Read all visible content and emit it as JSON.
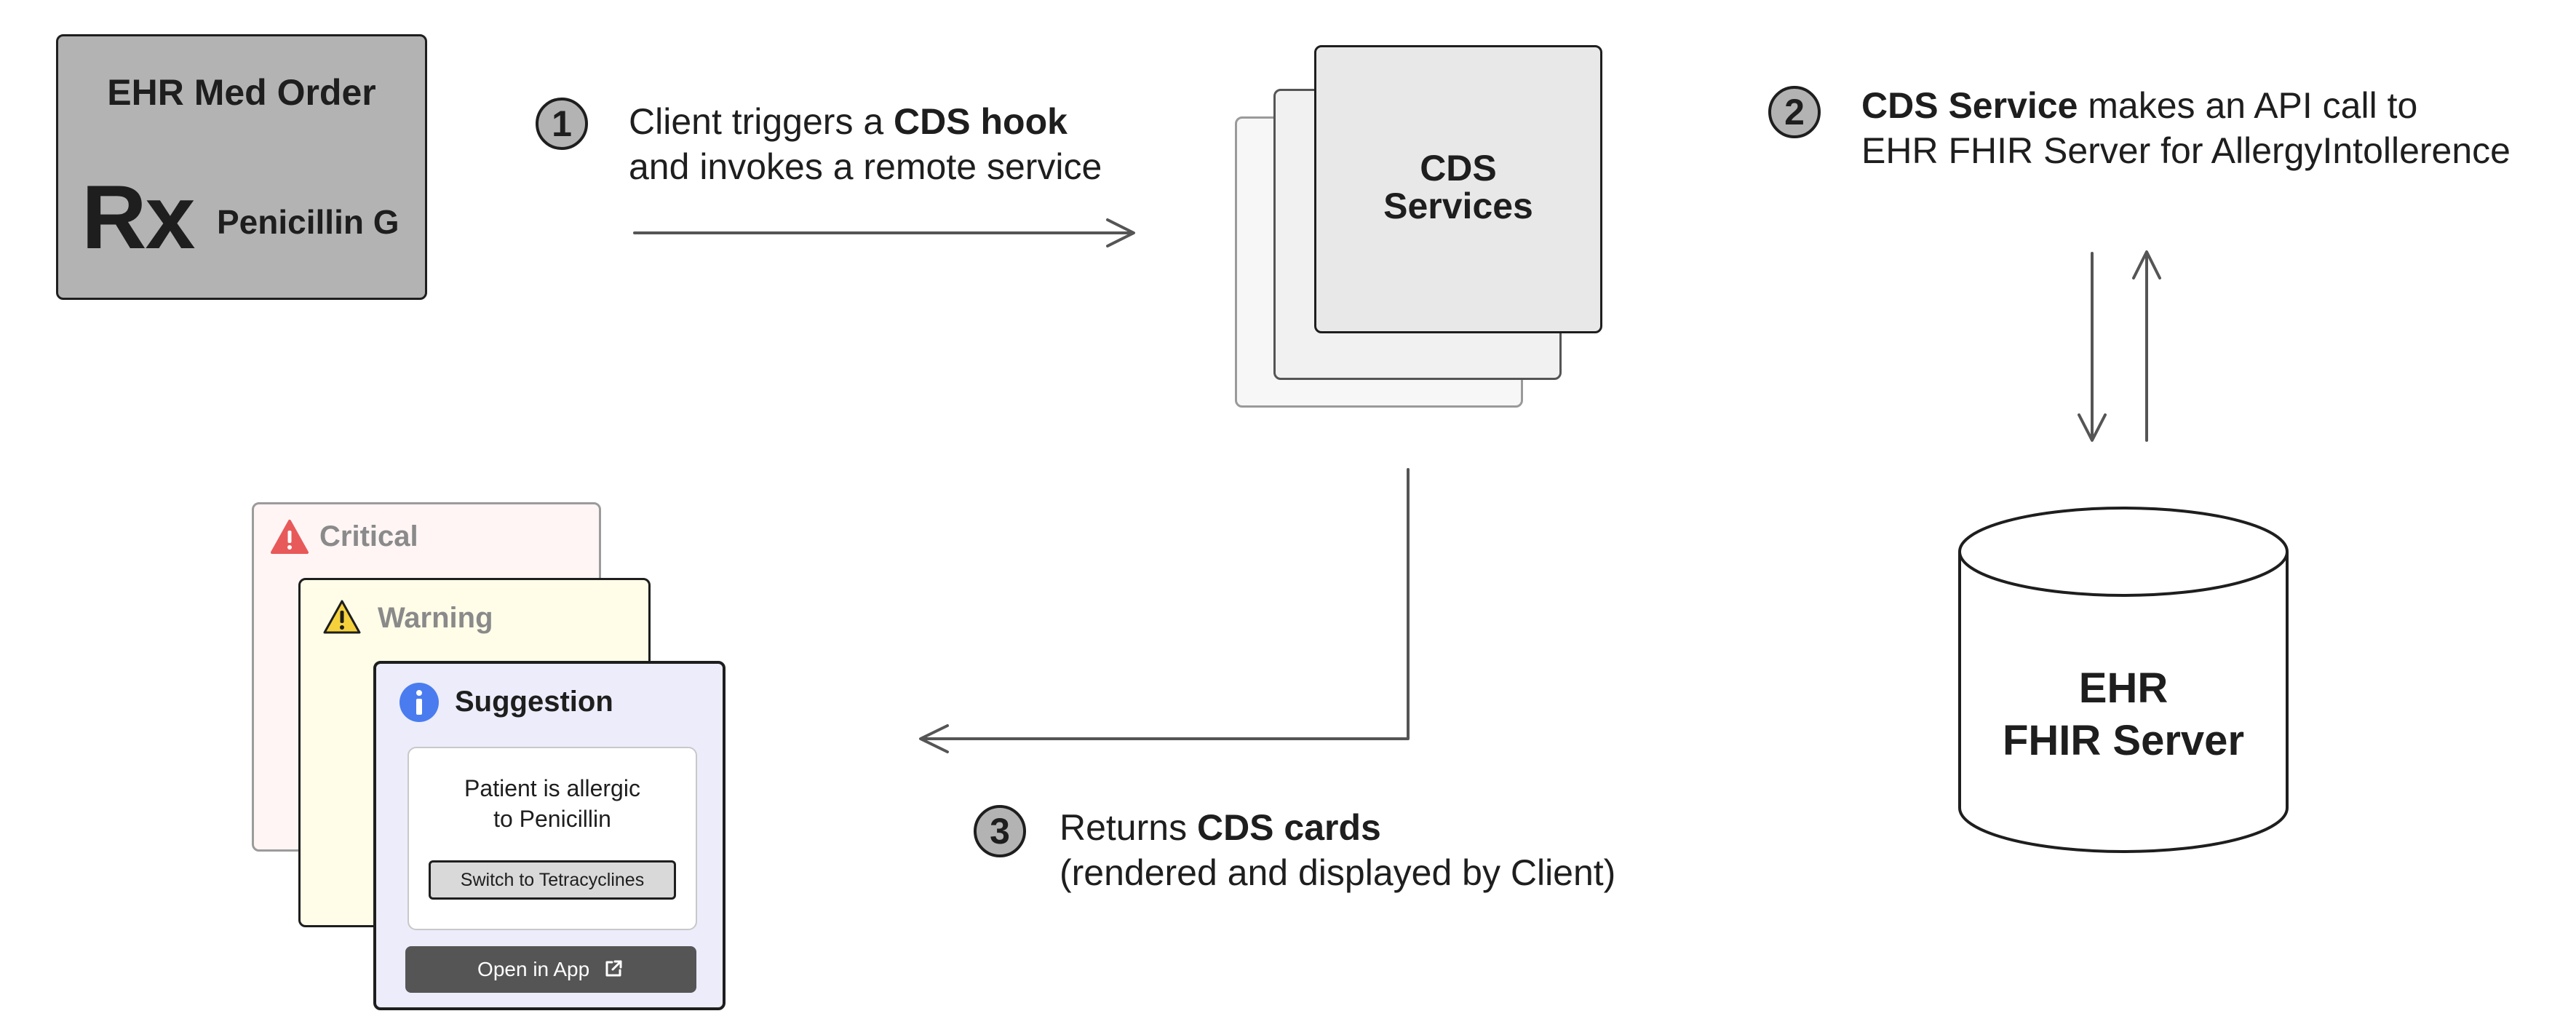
{
  "ehr_med_order": {
    "title": "EHR Med Order",
    "rx": "Rx",
    "drug": "Penicillin G"
  },
  "step1": {
    "number": "1",
    "line1_pre": "Client triggers a ",
    "line1_bold": "CDS hook",
    "line2": "and invokes a remote service"
  },
  "cds_services": {
    "line1": "CDS",
    "line2": "Services"
  },
  "step2": {
    "number": "2",
    "line1_bold": "CDS Service",
    "line1_post": " makes an API call to",
    "line2": "EHR FHIR Server for AllergyIntollerence"
  },
  "ehr_fhir_server": {
    "line1": "EHR",
    "line2": "FHIR Server"
  },
  "step3": {
    "number": "3",
    "line1_pre": "Returns ",
    "line1_bold": "CDS cards",
    "line2": "(rendered and displayed by Client)"
  },
  "cards": {
    "critical": {
      "title": "Critical"
    },
    "warning": {
      "title": "Warning"
    },
    "suggestion": {
      "title": "Suggestion",
      "message_line1": "Patient is allergic",
      "message_line2": "to Penicillin",
      "action_label": "Switch to Tetracyclines",
      "link_label": "Open in App"
    }
  },
  "colors": {
    "critical_icon": "#e85a5a",
    "warning_icon": "#f5d23c",
    "info_icon": "#4a7cf0",
    "card_suggestion_bg": "#ececfb"
  }
}
